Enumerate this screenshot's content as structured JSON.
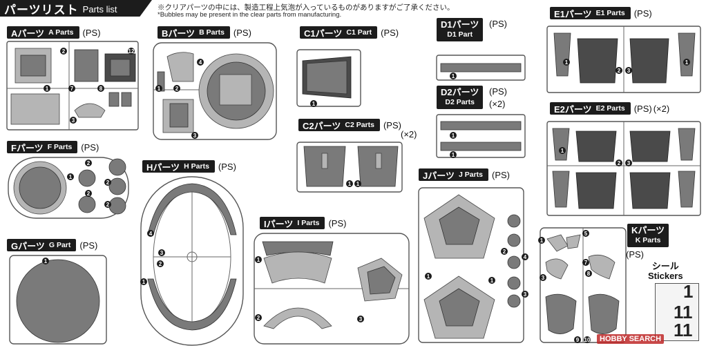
{
  "header": {
    "title_jp": "パーツリスト",
    "title_en": "Parts list"
  },
  "notes": {
    "line1": "※クリアパーツの中には、製造工程上気泡が入っているものがありますがご了承ください。",
    "line2": "*Bubbles may be present in the clear parts from manufacturing."
  },
  "runners": {
    "a": {
      "jp": "Aパーツ",
      "en": "A Parts",
      "mat": "(PS)"
    },
    "b": {
      "jp": "Bパーツ",
      "en": "B Parts",
      "mat": "(PS)"
    },
    "c1": {
      "jp": "C1パーツ",
      "en": "C1 Part",
      "mat": "(PS)"
    },
    "c2": {
      "jp": "C2パーツ",
      "en": "C2 Parts",
      "mat": "(PS)",
      "qty": "(×2)"
    },
    "d1": {
      "jp": "D1パーツ",
      "en": "D1 Part",
      "mat": "(PS)"
    },
    "d2": {
      "jp": "D2パーツ",
      "en": "D2 Parts",
      "mat": "(PS)",
      "qty": "(×2)"
    },
    "e1": {
      "jp": "E1パーツ",
      "en": "E1 Parts",
      "mat": "(PS)"
    },
    "e2": {
      "jp": "E2パーツ",
      "en": "E2 Parts",
      "mat": "(PS)",
      "qty": "(×2)"
    },
    "f": {
      "jp": "Fパーツ",
      "en": "F Parts",
      "mat": "(PS)"
    },
    "g": {
      "jp": "Gパーツ",
      "en": "G Part",
      "mat": "(PS)"
    },
    "h": {
      "jp": "Hパーツ",
      "en": "H Parts",
      "mat": "(PS)"
    },
    "i": {
      "jp": "Iパーツ",
      "en": "I Parts",
      "mat": "(PS)"
    },
    "j": {
      "jp": "Jパーツ",
      "en": "J Parts",
      "mat": "(PS)"
    },
    "k": {
      "jp": "Kパーツ",
      "en": "K Parts",
      "mat": "(PS)"
    }
  },
  "stickers": {
    "jp": "シール",
    "en": "Stickers",
    "numbers": [
      "1",
      "11",
      "11"
    ]
  },
  "watermark": "HOBBY SEARCH"
}
